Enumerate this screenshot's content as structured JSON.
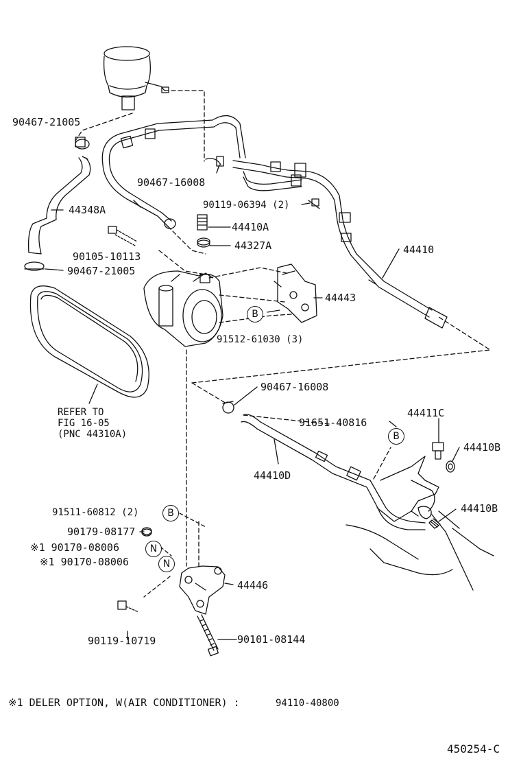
{
  "parts": {
    "p90467_21005_top": "90467-21005",
    "p90467_16008_top": "90467-16008",
    "p90119_06394": "90119-06394 (2)",
    "p44348A": "44348A",
    "p44410A": "44410A",
    "p90105_10113": "90105-10113",
    "p44327A": "44327A",
    "p90467_21005_bot": "90467-21005",
    "p44410": "44410",
    "p44443": "44443",
    "p91512_61030": "91512-61030 (3)",
    "p90467_16008_mid": "90467-16008",
    "p91651_40816": "91651-40816",
    "p44411C": "44411C",
    "p44410B_1": "44410B",
    "p44410D": "44410D",
    "p44410B_2": "44410B",
    "p91511_60812": "91511-60812 (2)",
    "p90179_08177": "90179-08177",
    "p90170_08006_1": "※1 90170-08006",
    "p90170_08006_2": "※1 90170-08006",
    "p44446": "44446",
    "p90119_10719": "90119-10719",
    "p90101_08144": "90101-08144"
  },
  "refer": {
    "line1": "REFER TO",
    "line2": "FIG 16-05",
    "line3": "(PNC 44310A)"
  },
  "badges": {
    "b1": "B",
    "b2": "B",
    "b3": "B",
    "n1": "N",
    "n2": "N"
  },
  "footnote": {
    "text": "※1 DELER OPTION, W(AIR CONDITIONER) :",
    "code": "94110-40800"
  },
  "figure_code": "450254-C"
}
